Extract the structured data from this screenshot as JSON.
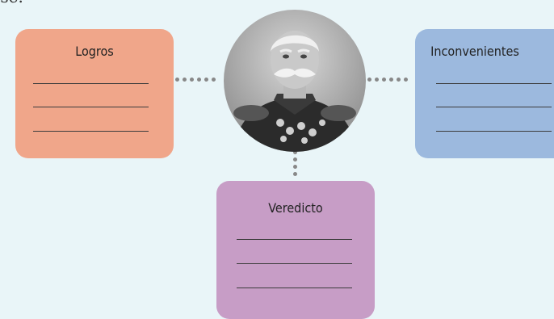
{
  "boxes": {
    "logros": {
      "title": "Logros",
      "color": "#f0a68a"
    },
    "inconvenientes": {
      "title": "Inconvenientes",
      "color": "#9cb9de"
    },
    "veredicto": {
      "title": "Veredicto",
      "color": "#c79dc6"
    }
  },
  "fragment_text": "...ıse."
}
